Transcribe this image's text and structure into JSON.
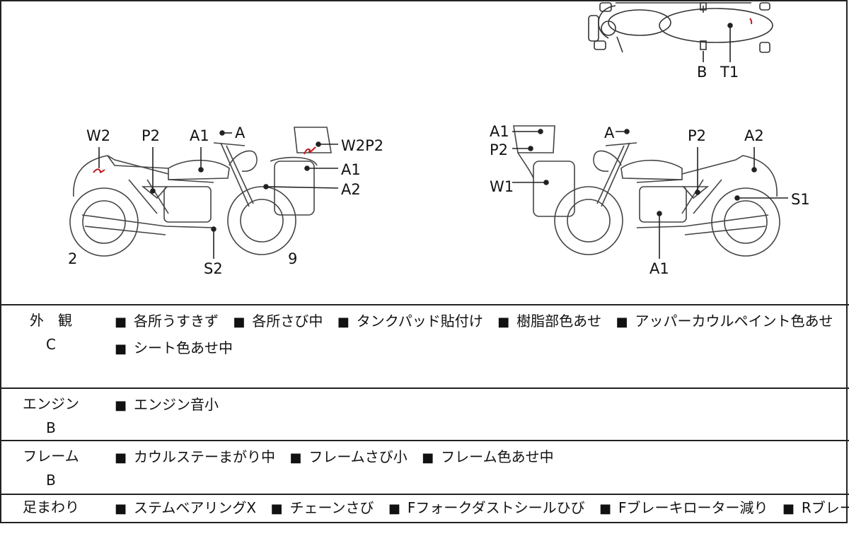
{
  "diagram": {
    "top_view": {
      "labels": [
        "B",
        "T1"
      ]
    },
    "left_view": {
      "labels": [
        "W2",
        "P2",
        "A1",
        "A",
        "W2P2",
        "A1",
        "A2",
        "2",
        "S2",
        "9"
      ]
    },
    "right_view": {
      "labels": [
        "A1",
        "A",
        "P2",
        "A2",
        "P2",
        "W1",
        "S1",
        "A1"
      ]
    }
  },
  "inspection": [
    {
      "category": "外　観",
      "grade": "C",
      "lines": [
        [
          "各所うすきず",
          "各所さび中",
          "タンクパッド貼付け",
          "樹脂部色あせ",
          "アッパーカウルペイント色あせ"
        ],
        [
          "シート色あせ中"
        ]
      ]
    },
    {
      "category": "エンジン",
      "grade": "B",
      "lines": [
        [
          "エンジン音小"
        ]
      ]
    },
    {
      "category": "フレーム",
      "grade": "B",
      "lines": [
        [
          "カウルステーまがり中",
          "フレームさび小",
          "フレーム色あせ中"
        ]
      ]
    },
    {
      "category": "足まわり",
      "grade": "",
      "lines": [
        [
          "ステムベアリングX",
          "チェーンさび",
          "Fフォークダストシールひび",
          "Fブレーキローター減り",
          "Rブレーキ"
        ]
      ]
    }
  ],
  "colors": {
    "line": "#222222",
    "damage_mark": "#c0181e"
  }
}
